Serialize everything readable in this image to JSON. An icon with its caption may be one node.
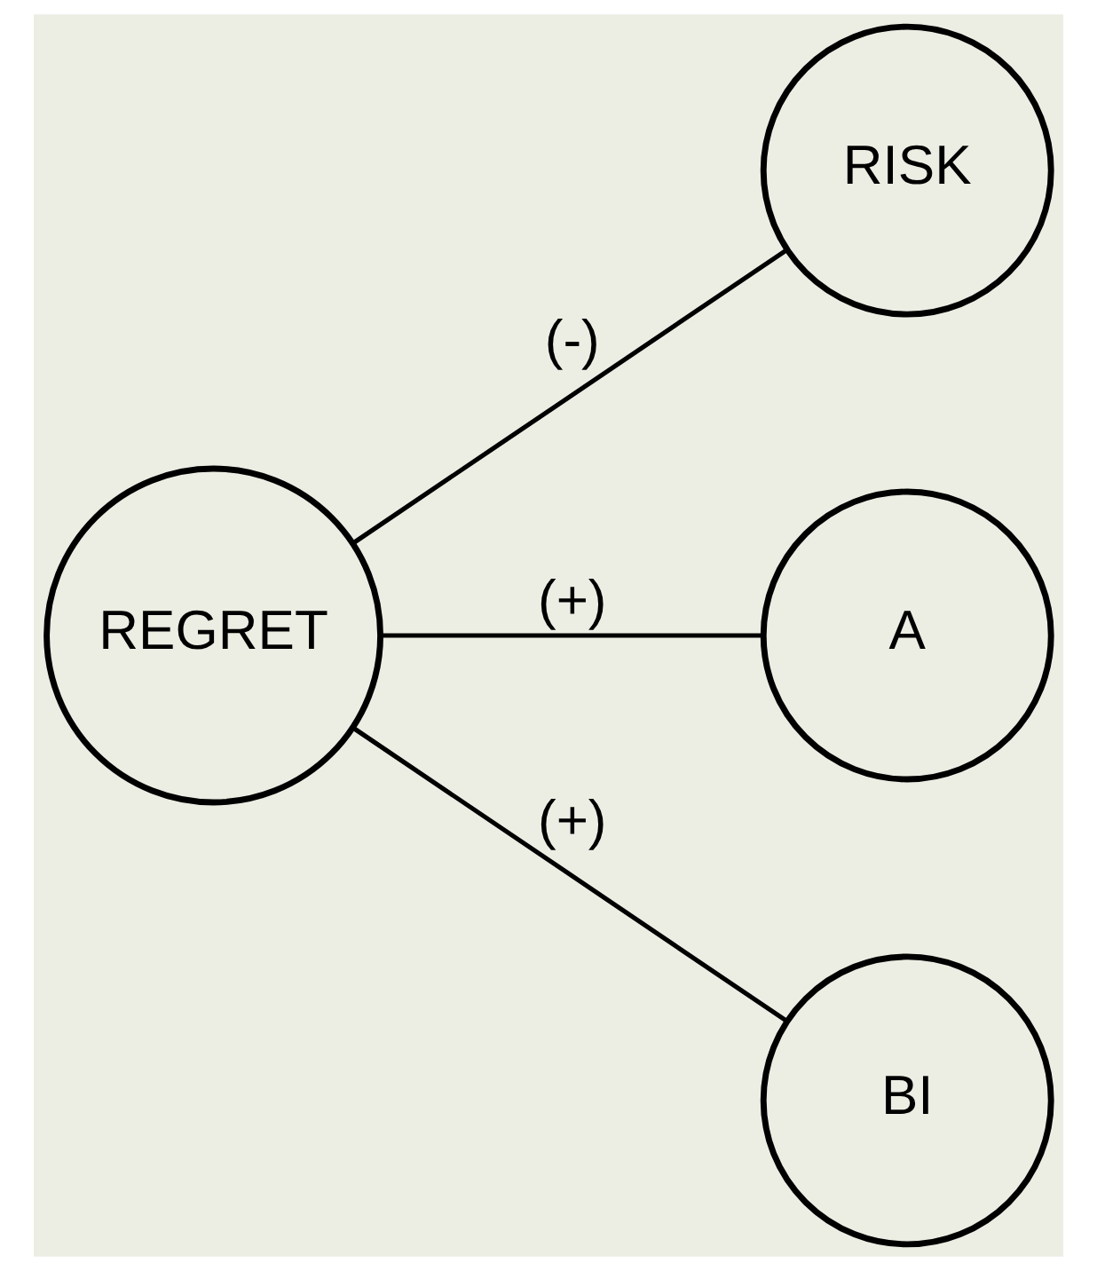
{
  "diagram": {
    "nodes": [
      {
        "text": [
          "REGRET"
        ]
      },
      {
        "text": [
          "RISK"
        ]
      },
      {
        "text": [
          "A"
        ]
      },
      {
        "text": [
          "BI"
        ]
      }
    ],
    "edges": [
      {
        "from": 0,
        "to": 2,
        "arrow": "none",
        "label": "(+)"
      },
      {
        "from": 0,
        "to": 3,
        "arrow": "none",
        "label": "(+)"
      },
      {
        "from": 0,
        "to": 1,
        "arrow": "none",
        "label": "(-)"
      }
    ]
  }
}
